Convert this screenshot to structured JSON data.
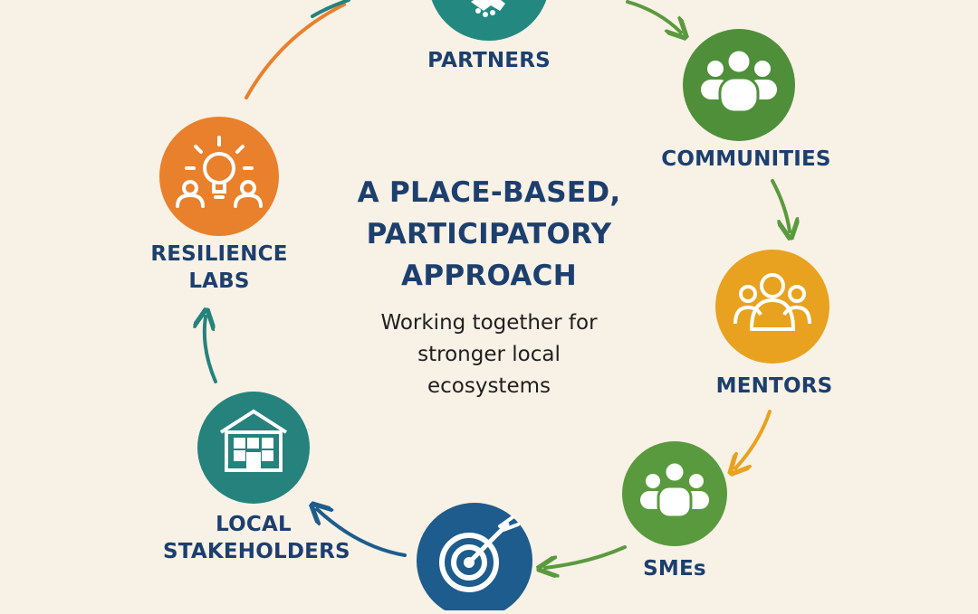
{
  "center": {
    "title_lines": [
      "A PLACE-BASED,",
      "PARTICIPATORY",
      "APPROACH"
    ],
    "subtitle_lines": [
      "Working together for",
      "stronger local",
      "ecosystems"
    ]
  },
  "nodes": [
    {
      "id": "partners",
      "label_lines": [
        "PARTNERS"
      ],
      "color": "#23887f",
      "icon": "handshake-icon"
    },
    {
      "id": "communities",
      "label_lines": [
        "COMMUNITIES"
      ],
      "color": "#4f8f3a",
      "icon": "people-group-icon"
    },
    {
      "id": "mentors",
      "label_lines": [
        "MENTORS"
      ],
      "color": "#e8a21f",
      "icon": "mentor-group-icon"
    },
    {
      "id": "smes",
      "label_lines": [
        "SMEs"
      ],
      "color": "#5a9a3e",
      "icon": "team-icon"
    },
    {
      "id": "target",
      "label_lines": [],
      "color": "#1d5c8c",
      "icon": "target-icon"
    },
    {
      "id": "local-stakeholders",
      "label_lines": [
        "LOCAL",
        "STAKEHOLDERS"
      ],
      "color": "#25827c",
      "icon": "building-icon"
    },
    {
      "id": "resilience-labs",
      "label_lines": [
        "RESILIENCE",
        "LABS"
      ],
      "color": "#e9802c",
      "icon": "lightbulb-people-icon"
    }
  ],
  "arrow_colors": {
    "orange": "#e9802c",
    "green": "#5a9a3e",
    "yellow": "#e8a21f",
    "blue": "#1d5c8c",
    "teal": "#25827c"
  }
}
